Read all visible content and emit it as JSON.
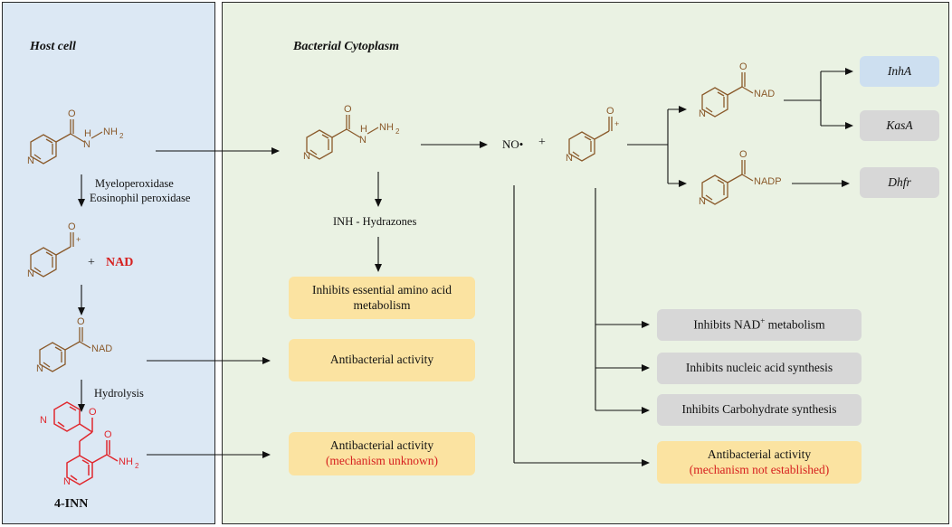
{
  "panels": {
    "host_title": "Host cell",
    "cyto_title": "Bacterial Cytoplasm"
  },
  "host": {
    "enzymes": [
      "Myeloperoxidase",
      "Eosinophil peroxidase"
    ],
    "plus": "+",
    "nad": "NAD",
    "hydrolysis": "Hydrolysis",
    "inn_label": "4-INN"
  },
  "cyto": {
    "hydrazones": "INH - Hydrazones",
    "no_radical": "NO•",
    "plus": "+",
    "box_amino": "Inhibits essential amino acid metabolism",
    "box_antibac1": "Antibacterial activity",
    "box_antibac2": "Antibacterial activity",
    "box_antibac2_note": "(mechanism unknown)",
    "box_nad_meta": "Inhibits NAD",
    "box_nad_meta_sup": "+",
    "box_nad_meta_tail": " metabolism",
    "box_nucleic": "Inhibits nucleic acid synthesis",
    "box_carb": "Inhibits Carbohydrate synthesis",
    "box_antibac3": "Antibacterial activity",
    "box_antibac3_note": "(mechanism not established)",
    "inha": "InhA",
    "kasa": "KasA",
    "dhfr": "Dhfr"
  },
  "atoms": {
    "N": "N",
    "O": "O",
    "H": "H",
    "NH2": "NH",
    "sub2": "2",
    "NAD": "NAD",
    "NADP": "NADP",
    "plus": "+"
  },
  "colors": {
    "host_bg": "#dce8f4",
    "cyto_bg": "#eaf2e3",
    "yellow_box": "#fbe3a1",
    "grey_box": "#d7d7d7",
    "blue_box": "#cddff0",
    "molecule": "#8a5a2b",
    "highlight_red": "#e0282e"
  }
}
